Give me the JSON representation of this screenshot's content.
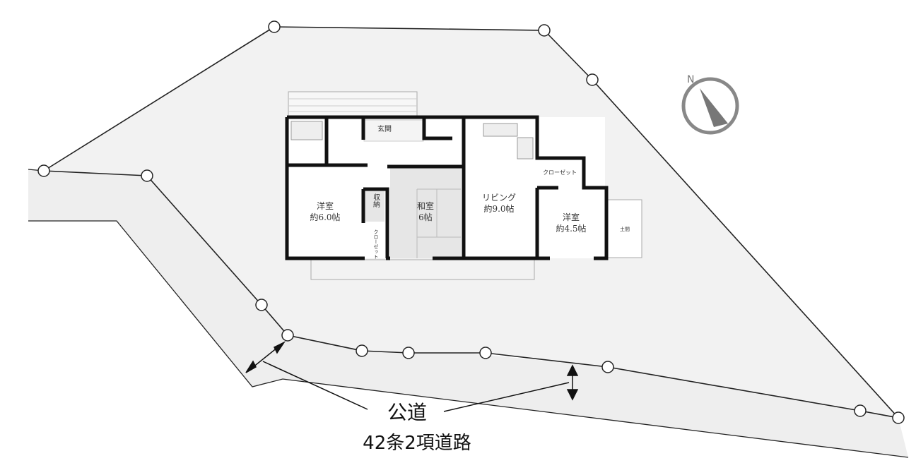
{
  "rooms": {
    "entrance": "玄関",
    "western_room_1": {
      "name": "洋室",
      "size": "約6.0帖"
    },
    "storage": "収納",
    "closet_small": "クローゼット",
    "japanese_room": {
      "name": "和室",
      "size": "6帖"
    },
    "living": {
      "name": "リビング",
      "size": "約9.0帖"
    },
    "closet": "クローゼット",
    "western_room_2": {
      "name": "洋室",
      "size": "約4.5帖"
    },
    "earth_floor": "土間"
  },
  "compass": {
    "label": "N",
    "icon": "north-arrow-icon"
  },
  "road": {
    "name": "公道",
    "type": "42条2項道路"
  },
  "colors": {
    "lot": "#f2f2f2",
    "road": "#eeeeee",
    "wall": "#111111",
    "line": "#222222"
  }
}
